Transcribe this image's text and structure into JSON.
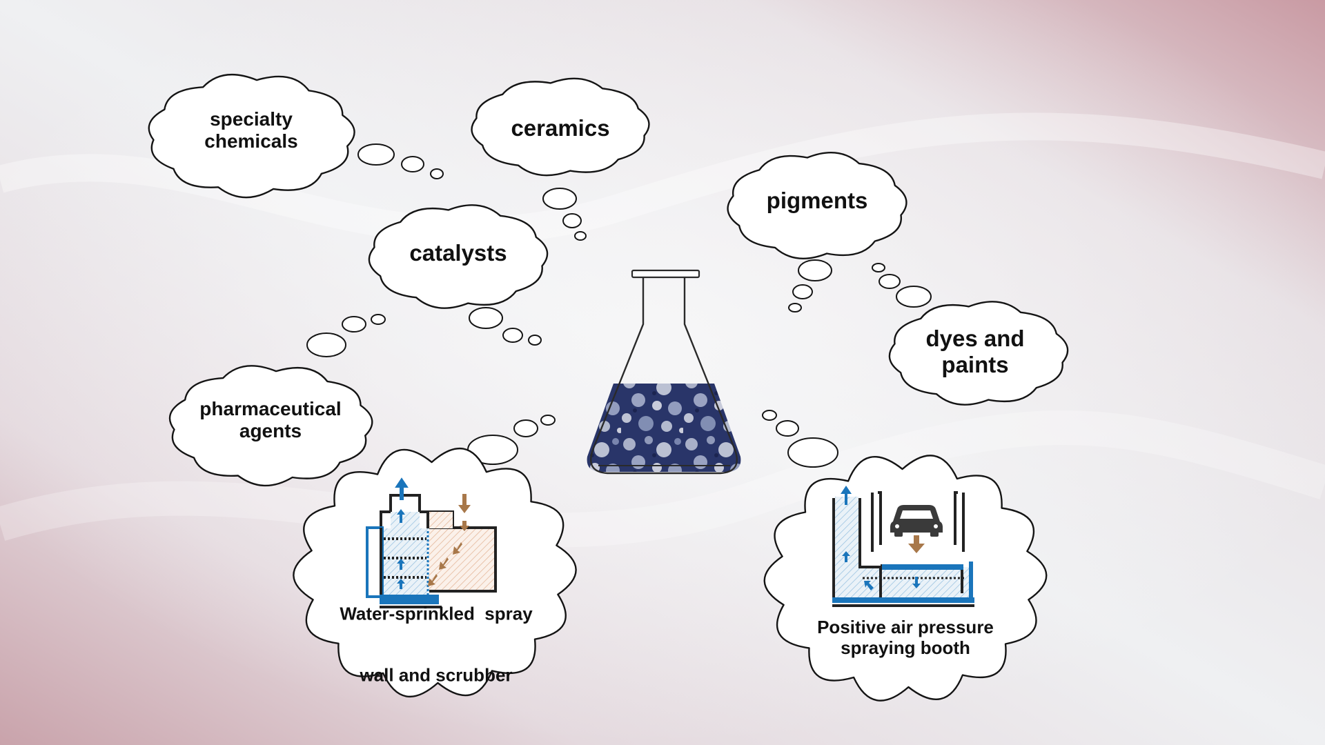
{
  "diagram": {
    "flask": {
      "label": "laboratory flask with dark blue powder"
    },
    "applications": [
      {
        "id": "specialty-chemicals",
        "lines": [
          "specialty",
          "chemicals"
        ]
      },
      {
        "id": "ceramics",
        "lines": [
          "ceramics"
        ]
      },
      {
        "id": "catalysts",
        "lines": [
          "catalysts"
        ]
      },
      {
        "id": "pigments",
        "lines": [
          "pigments"
        ]
      },
      {
        "id": "dyes-and-paints",
        "lines": [
          "dyes and",
          "paints"
        ]
      },
      {
        "id": "pharmaceutical-agents",
        "lines": [
          "pharmaceutical",
          "agents"
        ]
      }
    ],
    "equipment": [
      {
        "id": "water-sprinkled",
        "lines": [
          "Water-sprinkled  spray",
          "wall and scrubber"
        ]
      },
      {
        "id": "positive-air",
        "lines": [
          "Positive air pressure",
          "spraying booth"
        ]
      }
    ]
  },
  "colors": {
    "blue": "#1a75bb",
    "brown": "#a8784a",
    "outline": "#141414",
    "powder": "#2d3a6e"
  },
  "icons": [
    "car-icon",
    "arrow-up-icon",
    "arrow-down-icon"
  ]
}
